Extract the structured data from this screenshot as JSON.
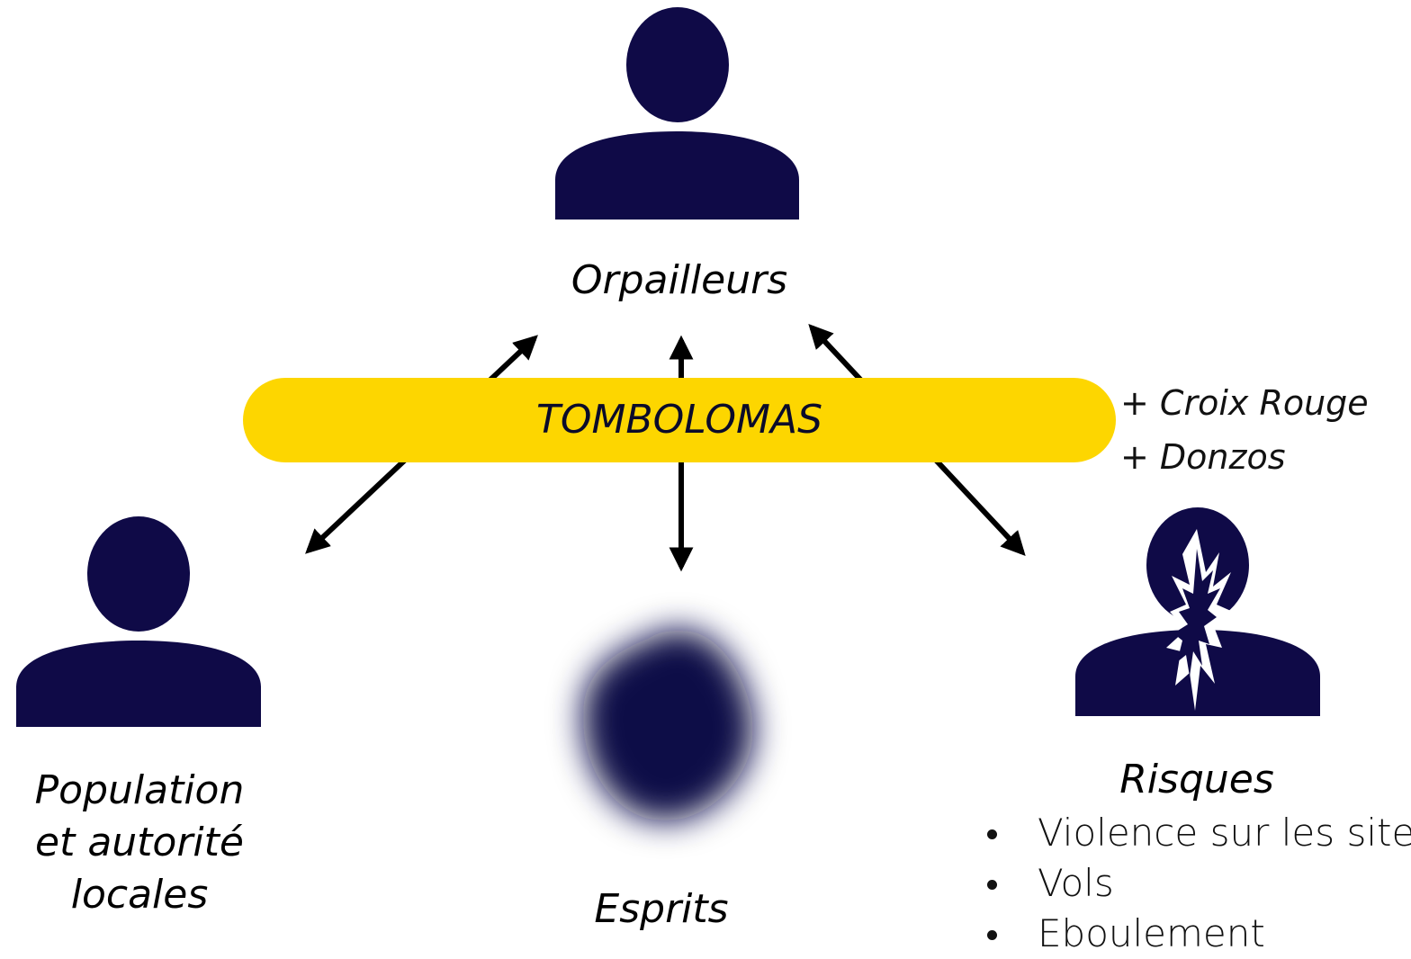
{
  "diagram": {
    "top_actor": "Orpailleurs",
    "mediator": "TOMBOLOMAS",
    "mediator_additions": [
      "+ Croix Rouge",
      "+ Donzos"
    ],
    "left_actor": [
      "Population",
      "et autorité",
      "locales"
    ],
    "center_actor": "Esprits",
    "right_actor": "Risques",
    "risks": [
      "Violence sur les sites",
      "Vols",
      "Eboulement"
    ]
  },
  "icons": {
    "top": "person-icon",
    "left": "person-icon",
    "center": "spirit-blur-icon",
    "right": "injured-person-icon"
  },
  "colors": {
    "icon": "#0f0a47",
    "mediator_bar": "#fdd600",
    "arrow": "#000000"
  }
}
